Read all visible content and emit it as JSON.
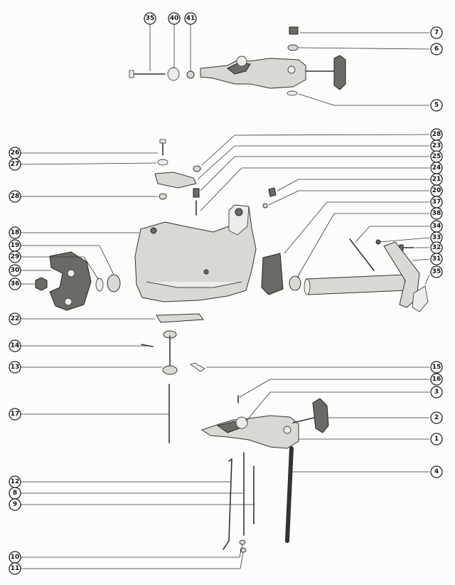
{
  "callouts": [
    {
      "id": "c35",
      "label": "35"
    },
    {
      "id": "c40",
      "label": "40"
    },
    {
      "id": "c41",
      "label": "41"
    },
    {
      "id": "c7",
      "label": "7"
    },
    {
      "id": "c6",
      "label": "6"
    },
    {
      "id": "c5",
      "label": "5"
    },
    {
      "id": "c28r",
      "label": "28"
    },
    {
      "id": "c23",
      "label": "23"
    },
    {
      "id": "c25",
      "label": "25"
    },
    {
      "id": "c24",
      "label": "24"
    },
    {
      "id": "c21",
      "label": "21"
    },
    {
      "id": "c20",
      "label": "20"
    },
    {
      "id": "c37",
      "label": "37"
    },
    {
      "id": "c38",
      "label": "38"
    },
    {
      "id": "c34",
      "label": "34"
    },
    {
      "id": "c33",
      "label": "33"
    },
    {
      "id": "c32",
      "label": "32"
    },
    {
      "id": "c31",
      "label": "31"
    },
    {
      "id": "c35r",
      "label": "35"
    },
    {
      "id": "c26",
      "label": "26"
    },
    {
      "id": "c27",
      "label": "27"
    },
    {
      "id": "c28l",
      "label": "28"
    },
    {
      "id": "c18",
      "label": "18"
    },
    {
      "id": "c19",
      "label": "19"
    },
    {
      "id": "c29",
      "label": "29"
    },
    {
      "id": "c30",
      "label": "30"
    },
    {
      "id": "c36",
      "label": "36"
    },
    {
      "id": "c22",
      "label": "22"
    },
    {
      "id": "c14",
      "label": "14"
    },
    {
      "id": "c13",
      "label": "13"
    },
    {
      "id": "c17",
      "label": "17"
    },
    {
      "id": "c15",
      "label": "15"
    },
    {
      "id": "c16",
      "label": "16"
    },
    {
      "id": "c3",
      "label": "3"
    },
    {
      "id": "c2",
      "label": "2"
    },
    {
      "id": "c1",
      "label": "1"
    },
    {
      "id": "c4",
      "label": "4"
    },
    {
      "id": "c12",
      "label": "12"
    },
    {
      "id": "c8",
      "label": "8"
    },
    {
      "id": "c9",
      "label": "9"
    },
    {
      "id": "c10",
      "label": "10"
    },
    {
      "id": "c11",
      "label": "11"
    }
  ]
}
